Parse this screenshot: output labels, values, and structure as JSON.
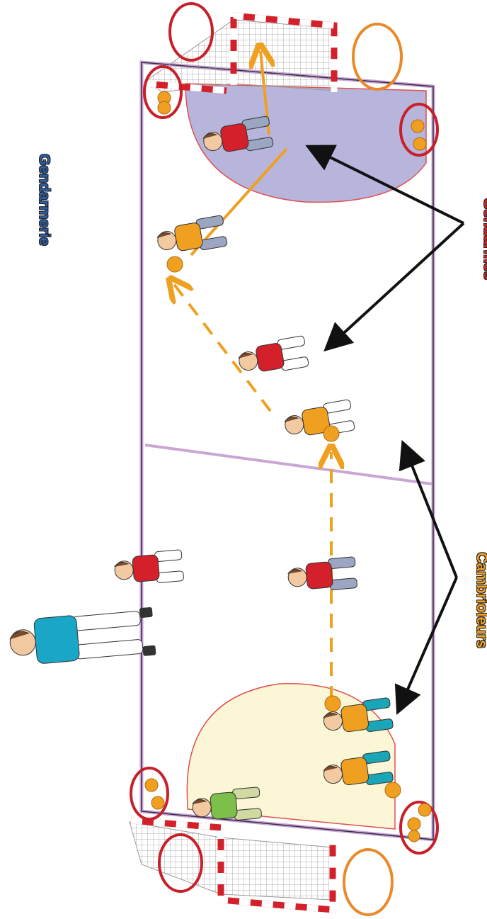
{
  "labels": {
    "gendarmerie": "Gendarmerie",
    "gendarmes": "Gendarmes",
    "cambrioleurs": "Cambrioleurs"
  },
  "colors": {
    "gendarmerie_text": "#2f5fa8",
    "gendarmes_text": "#d8252b",
    "cambrioleurs_text": "#f0a020",
    "court_line": "#c9a6d3",
    "court_border": "#3a2a4a",
    "defense_zone": "#b7b5dc",
    "attack_zone": "#fbf6d6",
    "goal_red": "#d4202a",
    "hoop_red": "#c8202a",
    "hoop_orange": "#e98a2a",
    "ball": "#f0a020",
    "pass_arrow": "#f0a020",
    "pointer_arrow": "#111111"
  },
  "icons": [
    "goal-icon",
    "hoop-icon",
    "ball-icon",
    "player-icon",
    "teacher-icon",
    "arrow-icon"
  ]
}
